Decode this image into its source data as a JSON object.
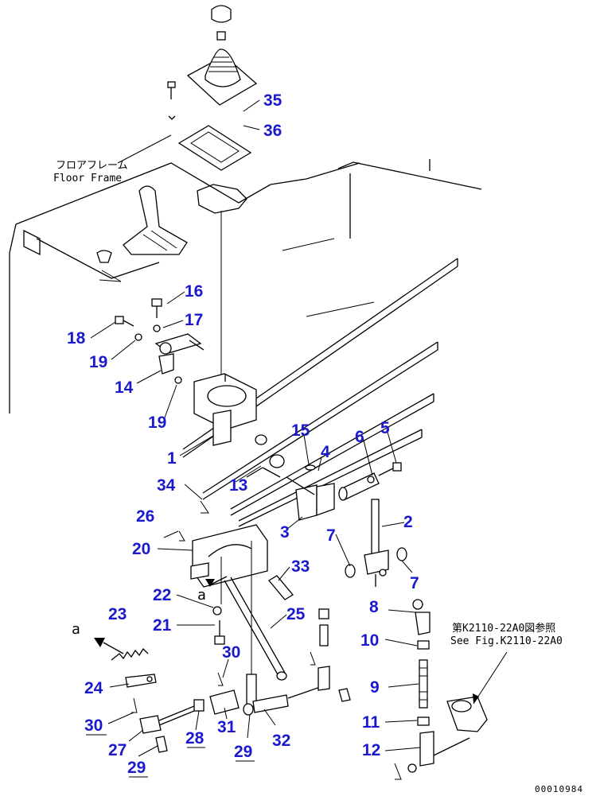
{
  "diagram": {
    "callouts": [
      "35",
      "36",
      "16",
      "17",
      "18",
      "19",
      "14",
      "19",
      "1",
      "15",
      "6",
      "5",
      "4",
      "13",
      "34",
      "3",
      "2",
      "26",
      "7",
      "20",
      "33",
      "7",
      "22",
      "8",
      "21",
      "25",
      "23",
      "10",
      "30",
      "24",
      "9",
      "30",
      "28",
      "31",
      "29",
      "32",
      "11",
      "27",
      "29",
      "12"
    ],
    "floor_frame_label_jp": "フロアフレーム",
    "floor_frame_label_en": "Floor Frame",
    "arrow_label": "a",
    "ref_note_jp": "第K2110-22A0図参照",
    "ref_note_en": "See Fig.K2110-22A0",
    "document_number": "00010984"
  }
}
